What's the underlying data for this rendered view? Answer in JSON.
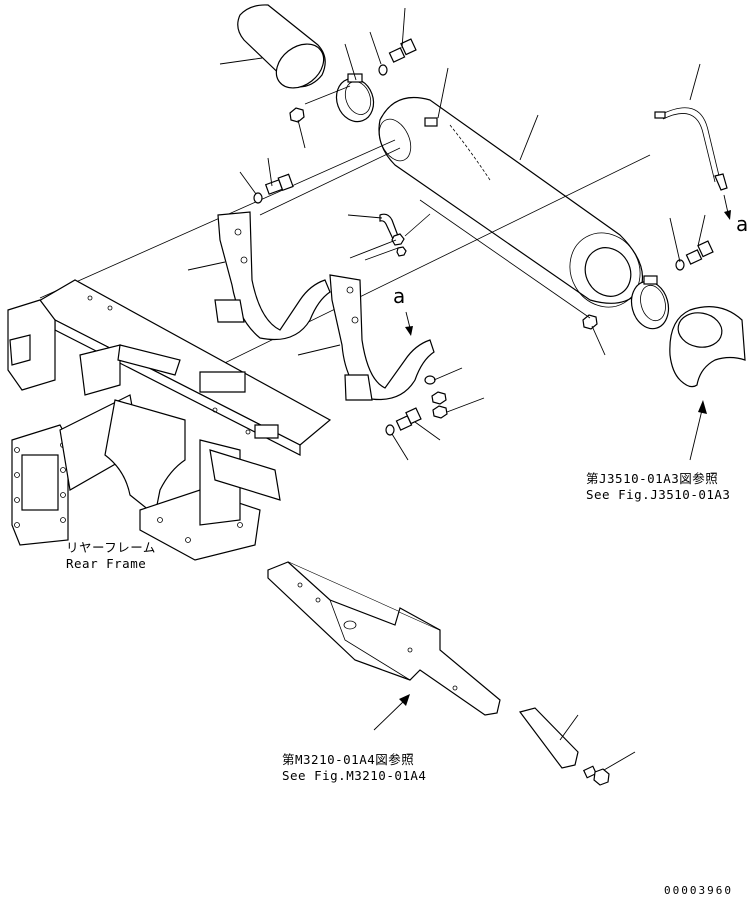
{
  "labels": {
    "ref_j3510_jp": "第J3510-01A3図参照",
    "ref_j3510_en": "See Fig.J3510-01A3",
    "rear_frame_jp": "リヤーフレーム",
    "rear_frame_en": "Rear Frame",
    "ref_m3210_jp": "第M3210-01A4図参照",
    "ref_m3210_en": "See Fig.M3210-01A4",
    "marker_a_right": "a",
    "marker_a_mid": "a",
    "drawing_number": "00003960"
  }
}
